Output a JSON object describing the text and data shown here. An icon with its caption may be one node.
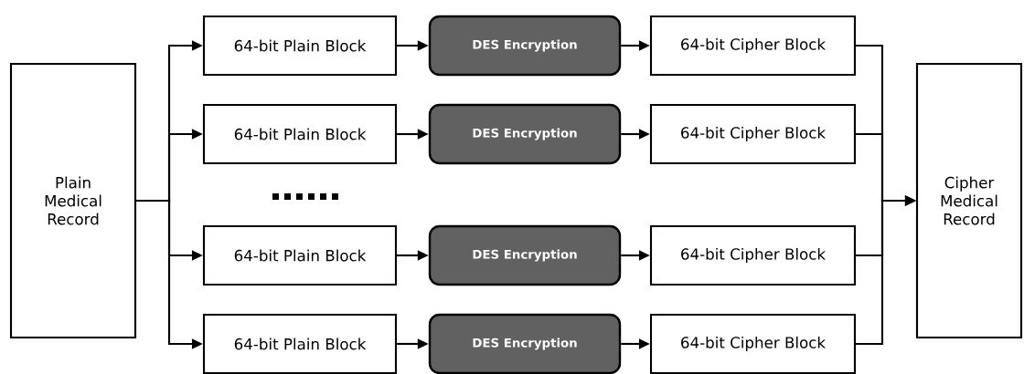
{
  "diagram": {
    "nodes": [
      {
        "text": [
          "Plain Medical Record"
        ]
      },
      {
        "text": [
          "64-bit Plain Block"
        ]
      },
      {
        "text": [
          "64-bit Plain Block"
        ]
      },
      {
        "text": [
          "64-bit Plain Block"
        ]
      },
      {
        "text": [
          "64-bit Plain Block"
        ]
      },
      {
        "text": [
          "DES Encryption"
        ]
      },
      {
        "text": [
          "DES Encryption"
        ]
      },
      {
        "text": [
          "DES Encryption"
        ]
      },
      {
        "text": [
          "DES Encryption"
        ]
      },
      {
        "text": [
          "64-bit Cipher Block"
        ]
      },
      {
        "text": [
          "64-bit Cipher Block"
        ]
      },
      {
        "text": [
          "64-bit Cipher Block"
        ]
      },
      {
        "text": [
          "64-bit Cipher Block"
        ]
      },
      {
        "text": [
          "Cipher Medical Record"
        ]
      }
    ],
    "edges": [
      {
        "from": 0,
        "to": 1,
        "arrow": "to"
      },
      {
        "from": 0,
        "to": 2,
        "arrow": "to"
      },
      {
        "from": 0,
        "to": 3,
        "arrow": "to"
      },
      {
        "from": 0,
        "to": 4,
        "arrow": "to"
      },
      {
        "from": 1,
        "to": 5,
        "arrow": "to"
      },
      {
        "from": 2,
        "to": 6,
        "arrow": "to"
      },
      {
        "from": 3,
        "to": 7,
        "arrow": "to"
      },
      {
        "from": 4,
        "to": 8,
        "arrow": "to"
      },
      {
        "from": 5,
        "to": 9,
        "arrow": "to"
      },
      {
        "from": 6,
        "to": 10,
        "arrow": "to"
      },
      {
        "from": 7,
        "to": 11,
        "arrow": "to"
      },
      {
        "from": 8,
        "to": 12,
        "arrow": "to"
      },
      {
        "from": 9,
        "to": 13,
        "arrow": "to"
      },
      {
        "from": 10,
        "to": 13,
        "arrow": "to"
      },
      {
        "from": 11,
        "to": 13,
        "arrow": "to"
      },
      {
        "from": 12,
        "to": 13,
        "arrow": "to"
      }
    ]
  }
}
